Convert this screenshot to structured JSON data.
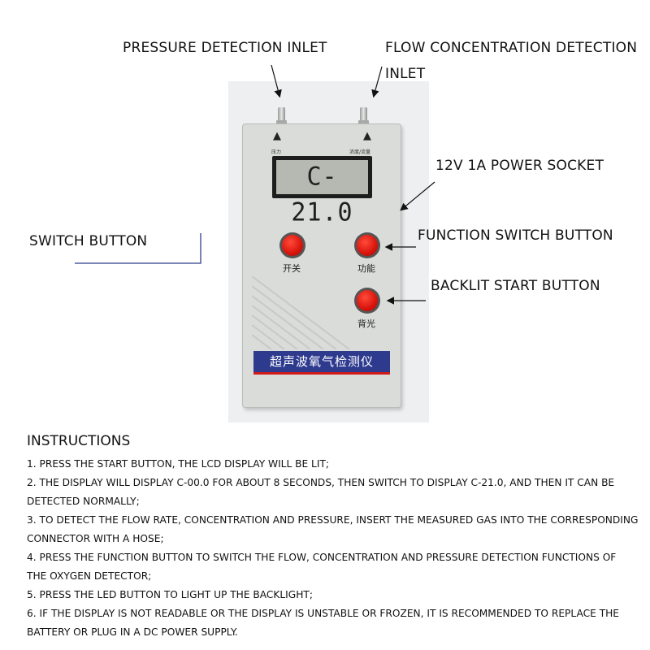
{
  "callouts": {
    "pressure_inlet": "PRESSURE DETECTION INLET",
    "flow_inlet_line1": "FLOW CONCENTRATION DETECTION",
    "flow_inlet_line2": "INLET",
    "power_socket": "12V 1A POWER SOCKET",
    "switch_button": "SWITCH BUTTON",
    "function_button": "FUNCTION SWITCH BUTTON",
    "backlit_button": "BACKLIT START BUTTON"
  },
  "device": {
    "left_port_label": "压力",
    "right_port_label": "浓度/流量",
    "lcd_reading": "C-21.0",
    "power_key_label": "开关",
    "function_key_label": "功能",
    "backlight_key_label": "背光",
    "brand_name": "超声波氧气检测仪",
    "colors": {
      "body": "#d9dcd8",
      "button": "#d8140c",
      "brand_bar": "#2d3a8e",
      "lcd": "#b5b9b2"
    }
  },
  "instructions": {
    "title": "INSTRUCTIONS",
    "lines": [
      "1. PRESS THE START BUTTON, THE LCD DISPLAY WILL BE LIT;",
      "2. THE DISPLAY WILL DISPLAY C-00.0 FOR ABOUT 8 SECONDS, THEN SWITCH TO DISPLAY C-21.0, AND THEN IT CAN BE",
      "DETECTED NORMALLY;",
      "3. TO DETECT THE FLOW RATE, CONCENTRATION AND PRESSURE, INSERT THE MEASURED GAS INTO THE CORRESPONDING",
      "CONNECTOR WITH A HOSE;",
      "4. PRESS THE FUNCTION BUTTON TO SWITCH THE FLOW, CONCENTRATION AND PRESSURE DETECTION FUNCTIONS OF",
      "THE OXYGEN DETECTOR;",
      "5. PRESS THE LED BUTTON TO LIGHT UP THE BACKLIGHT;",
      "6. IF THE DISPLAY IS NOT READABLE OR THE DISPLAY IS UNSTABLE OR FROZEN, IT IS RECOMMENDED TO REPLACE THE",
      "BATTERY OR PLUG IN A DC POWER SUPPLY."
    ]
  }
}
